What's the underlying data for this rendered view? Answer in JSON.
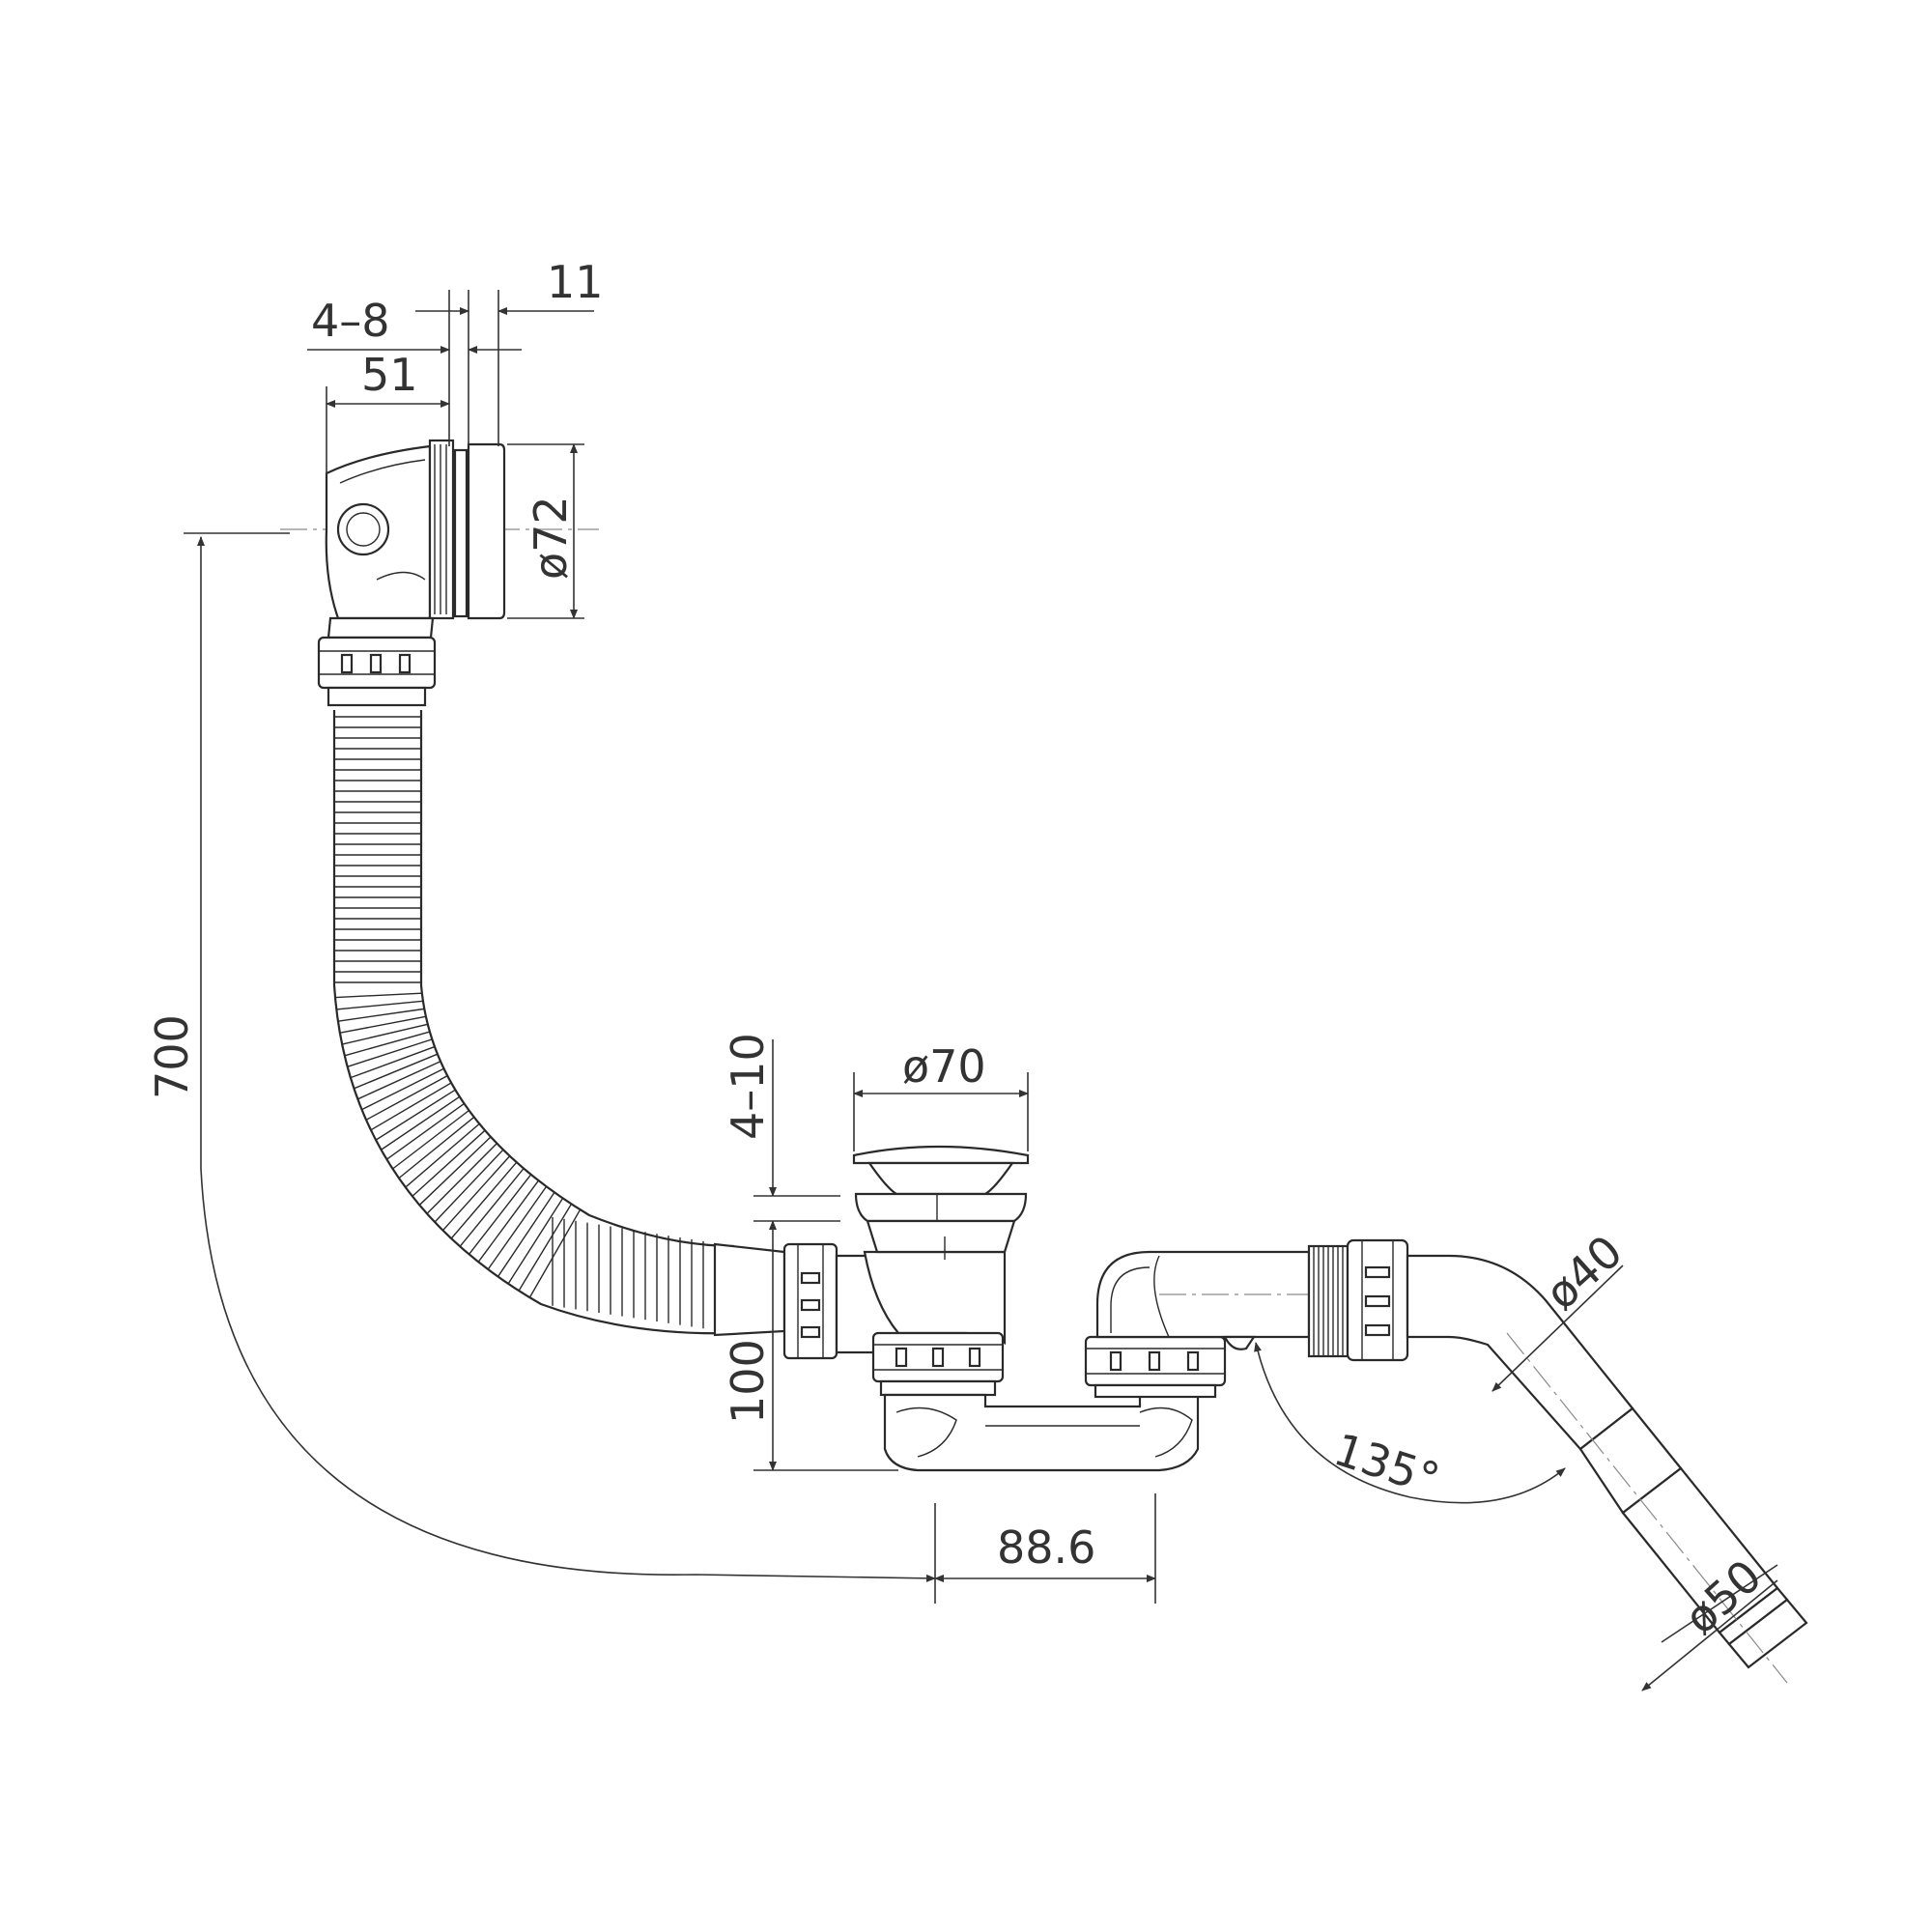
{
  "dimensions": {
    "flange_range": "4–8",
    "cap_depth": "11",
    "overflow_depth": "51",
    "overflow_diameter": "ø72",
    "hose_length": "700",
    "waste_flange_range": "4–10",
    "waste_plug_diameter": "ø70",
    "waste_height": "100",
    "outlet_spacing": "88.6",
    "outlet_angle": "135°",
    "pipe_inner_diameter": "ø40",
    "pipe_outer_diameter": "ø50"
  },
  "colors": {
    "line": "#2a2a2a",
    "dimension": "#333333",
    "centerline": "#8a8a8a",
    "background": "#ffffff"
  }
}
